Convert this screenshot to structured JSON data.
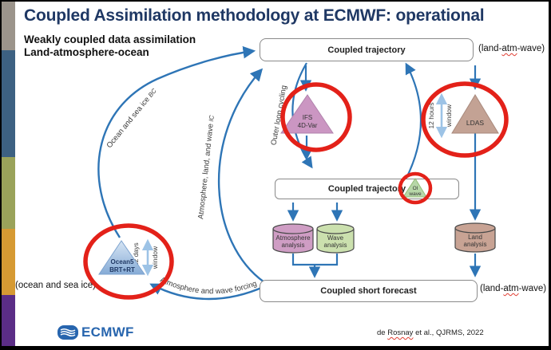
{
  "slide": {
    "title": "Coupled Assimilation methodology at ECMWF: operational",
    "subtitle_line1": "Weakly coupled data assimilation",
    "subtitle_line2": "Land-atmosphere-ocean"
  },
  "boxes": {
    "top": "Coupled trajectory",
    "middle": "Coupled trajectory",
    "bottom": "Coupled short forecast"
  },
  "side_labels": {
    "land_atm_wave_pre": "(land-",
    "land_atm_wave_mis": "atm",
    "land_atm_wave_post": "-wave)",
    "ocean_sea_ice": "(ocean and sea ice)"
  },
  "nodes": {
    "ifs_line1": "IFS",
    "ifs_line2": "4D-Var",
    "ldas": "LDAS",
    "oi_line1": "OI",
    "oi_line2": "wave",
    "ocean5_line1": "Ocean5",
    "ocean5_line2": "BRT+RT",
    "atmosphere_analysis_line1": "Atmosphere",
    "atmosphere_analysis_line2": "analysis",
    "wave_analysis_line1": "Wave",
    "wave_analysis_line2": "analysis",
    "land_analysis_line1": "Land",
    "land_analysis_line2": "analysis"
  },
  "arrow_labels": {
    "ocean_bc_main": "Ocean and sea ice ",
    "ocean_bc_suffix": "BC",
    "ic_main": "Atmosphere, land, and wave ",
    "ic_suffix": "IC",
    "outer_loop": "Outer loop cycling",
    "forcing": "Atmosphere and wave forcing",
    "ldas_window_line1": "12 hours",
    "ldas_window_line2": "window",
    "ocean_window_line1": "5-12 days",
    "ocean_window_line2": "window"
  },
  "footer": {
    "logo_text": "ECMWF",
    "citation_pre": "de ",
    "citation_name": "Rosnay",
    "citation_post": " et al., QJRMS, 2022"
  },
  "colors": {
    "title_navy": "#1f3864",
    "arrow_blue": "#2e75b6",
    "light_blue_arrow": "#9dc3e6",
    "highlight_red": "#e32119",
    "ifs_triangle": "#cb96c2",
    "ldas_triangle": "#c3a294",
    "oi_triangle": "#b7d7a8",
    "ocean5_triangle_top": "#d7e5f4",
    "ocean5_triangle_bottom": "#85abd6",
    "atmosphere_cylinder": "#cf9dc4",
    "wave_cylinder": "#cbe0ae",
    "land_cylinder": "#c8a394",
    "ecmwf_blue": "#2765ae",
    "stripe_gray": "#9b948b",
    "stripe_steel": "#3d6182",
    "stripe_olive": "#9aa35a",
    "stripe_orange": "#d69a33",
    "stripe_purple": "#5b2d86"
  }
}
